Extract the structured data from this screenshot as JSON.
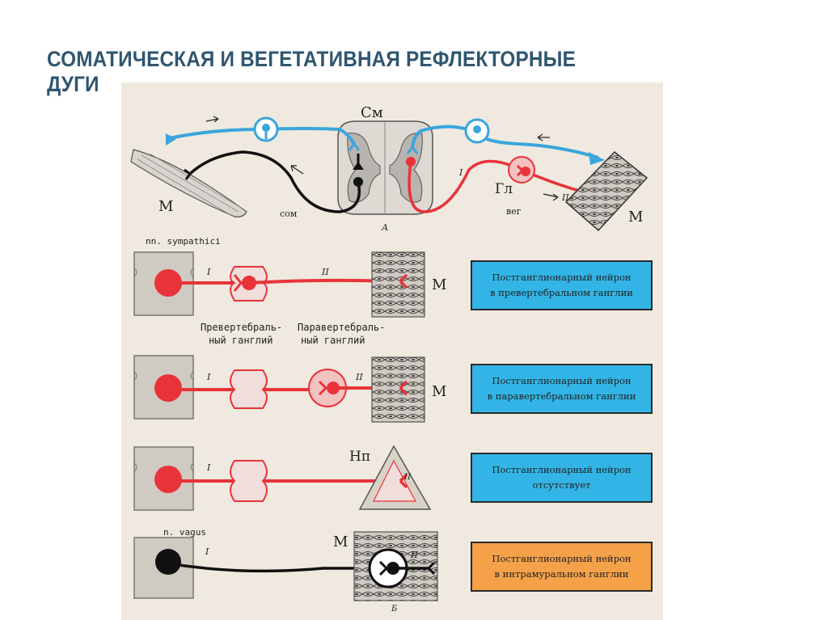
{
  "title": "СОМАТИЧЕСКАЯ И ВЕГЕТАТИВНАЯ РЕФЛЕКТОРНЫЕ ДУГИ",
  "panel_a": {
    "label": "А",
    "spinal_cord_label": "См",
    "ganglion_label": "Гл",
    "muscle_left_label": "М",
    "muscle_right_label": "М",
    "somatic_label": "сом",
    "vegetative_label": "вег",
    "neuron_I": "I",
    "neuron_II": "II"
  },
  "panel_b": {
    "label": "Б",
    "sympathetic_label": "nn. sympathici",
    "vagus_label": "n. vagus",
    "prevertebral_label_1": "Превертебраль-",
    "prevertebral_label_2": "ный ганглий",
    "paravertebral_label_1": "Паравертебраль-",
    "paravertebral_label_2": "ный ганглий",
    "effector_label": "М",
    "np_label": "Нп",
    "neuron_I": "I",
    "neuron_II": "II",
    "rows": [
      {
        "line1": "Постганглионарный нейрон",
        "line2": "в превертебральном ганглии",
        "color": "#32b5e6"
      },
      {
        "line1": "Постганглионарный нейрон",
        "line2": "в паравертебральном ганглии",
        "color": "#32b5e6"
      },
      {
        "line1": "Постганглионарный нейрон",
        "line2": "отсутствует",
        "color": "#32b5e6"
      },
      {
        "line1": "Постганглионарный нейрон",
        "line2": "в интрамуральном ганглии",
        "color": "#f4a14a"
      }
    ]
  },
  "colors": {
    "title": "#2f5670",
    "sensory": "#3aa6dc",
    "sympathetic": "#e8333a",
    "somatic_motor": "#111111",
    "background": "#efe9df"
  }
}
